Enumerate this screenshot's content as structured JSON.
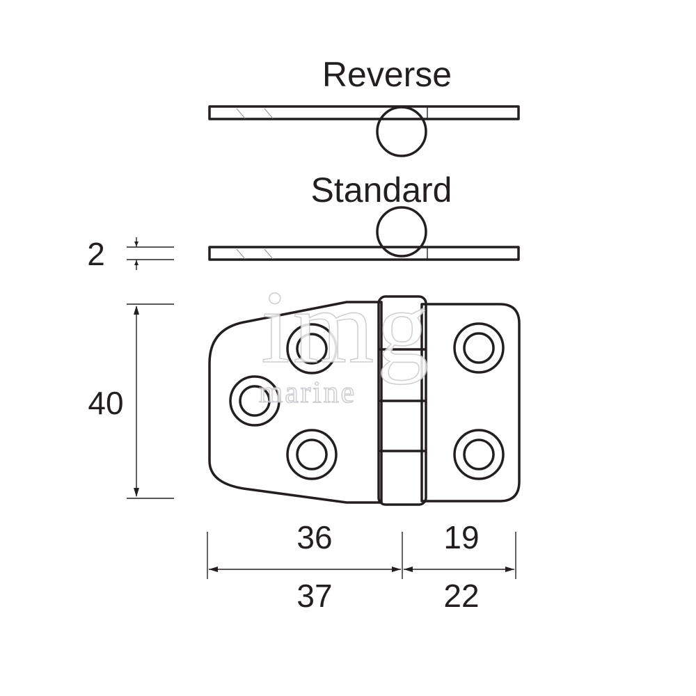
{
  "views": {
    "reverse": {
      "label": "Reverse"
    },
    "standard": {
      "label": "Standard"
    }
  },
  "dimensions": {
    "thickness": "2",
    "height": "40",
    "left_leaf_inner": "36",
    "right_leaf_inner": "19",
    "left_leaf_outer": "37",
    "right_leaf_outer": "22"
  },
  "watermark": {
    "line1": "img",
    "line2": "marine"
  },
  "colors": {
    "line": "#231f20",
    "watermark": "#c9c7cc"
  }
}
